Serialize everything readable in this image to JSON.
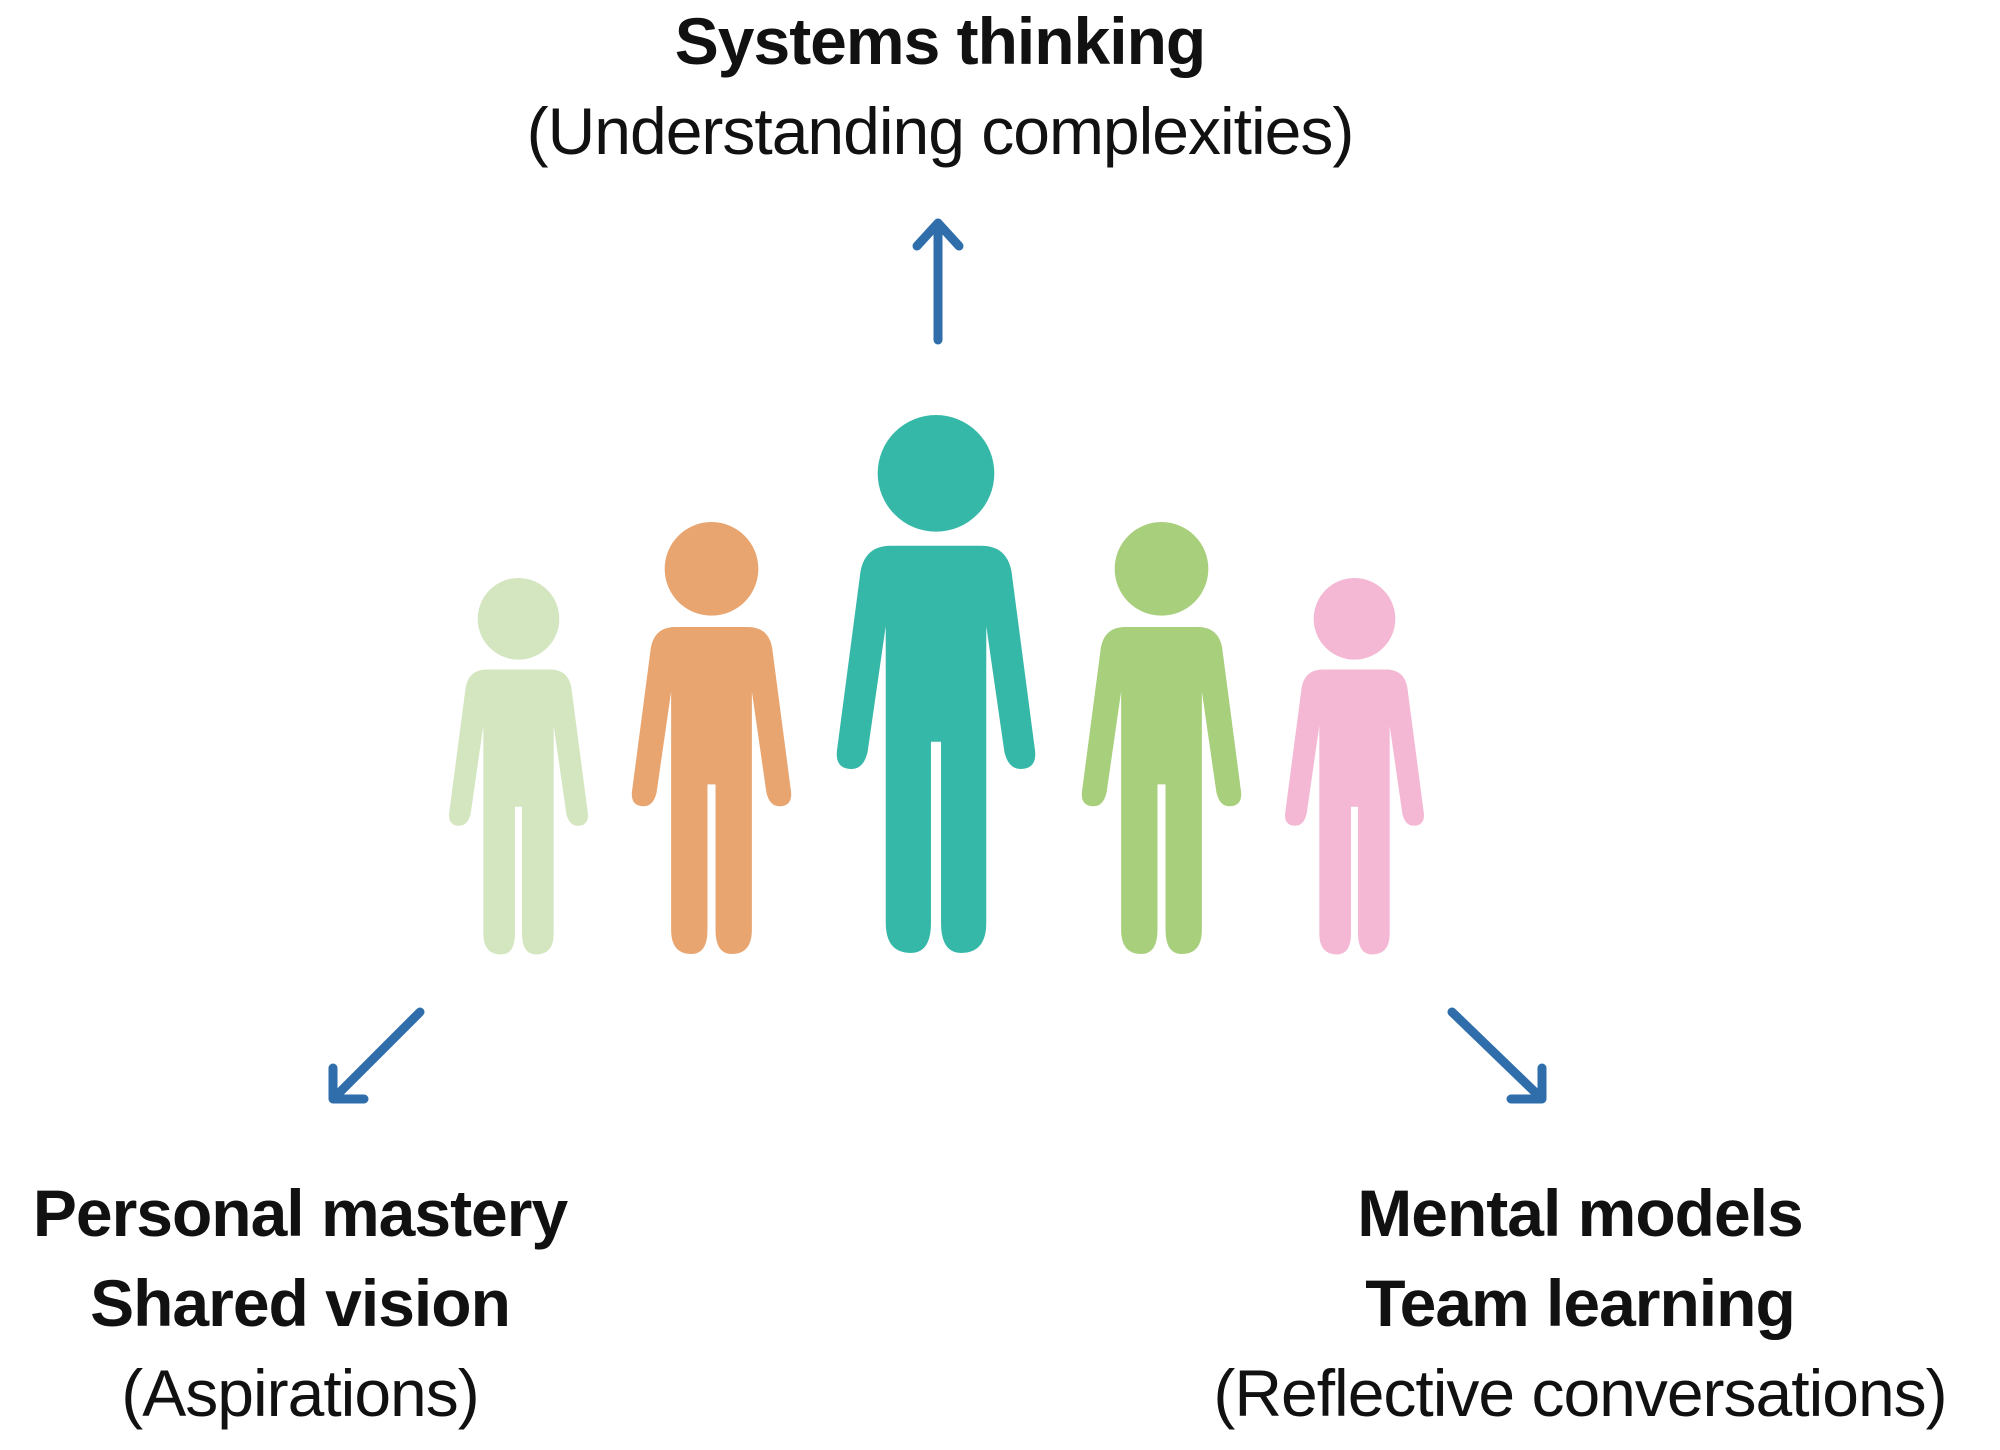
{
  "colors": {
    "arrow": "#2f6eab",
    "person_1": "#d3e6bf",
    "person_2": "#e8a570",
    "person_3": "#36b8a8",
    "person_4": "#a8cf7c",
    "person_5": "#f4b8d4"
  },
  "top": {
    "title": "Systems thinking",
    "subtitle": "(Understanding complexities)"
  },
  "left": {
    "line1": "Personal mastery",
    "line2": "Shared vision",
    "subtitle": "(Aspirations)"
  },
  "right": {
    "line1": "Mental models",
    "line2": "Team learning",
    "subtitle": "(Reflective conversations)"
  },
  "icons": {
    "people": "person-icon",
    "arrows": "arrow-icon"
  }
}
